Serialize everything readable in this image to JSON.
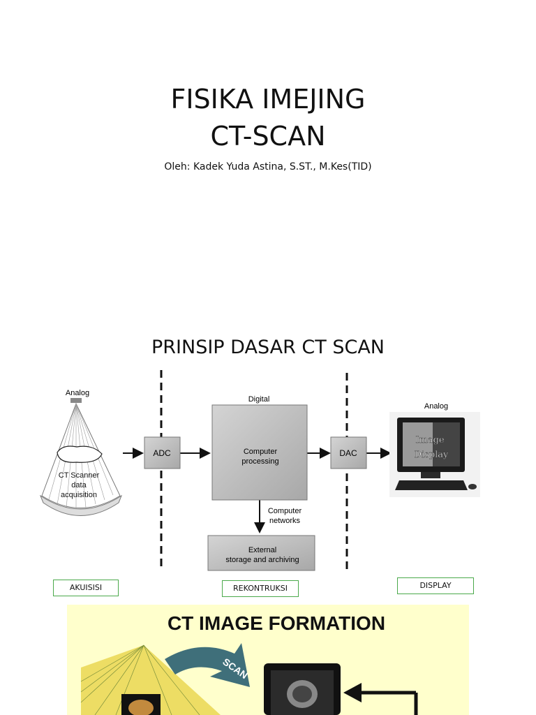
{
  "slide1": {
    "title_line1": "FISIKA IMEJING",
    "title_line2": "CT-SCAN",
    "author": "Oleh: Kadek Yuda Astina, S.ST., M.Kes(TID)"
  },
  "slide2": {
    "title": "PRINSIP DASAR CT SCAN",
    "diagram": {
      "analog_left": "Analog",
      "scanner_line1": "CT Scanner",
      "scanner_line2": "data",
      "scanner_line3": "acquisition",
      "adc": "ADC",
      "digital": "Digital",
      "processing_line1": "Computer",
      "processing_line2": "processing",
      "networks_line1": "Computer",
      "networks_line2": "networks",
      "storage_line1": "External",
      "storage_line2": "storage and archiving",
      "dac": "DAC",
      "analog_right": "Analog",
      "screen_line1": "Image",
      "screen_line2": "Display"
    },
    "labels": {
      "akuisisi": "AKUISISI",
      "rekontruksi": "REKONTRUKSI",
      "display": "DISPLAY"
    },
    "formation": {
      "title": "CT IMAGE FORMATION",
      "scan": "SCAN"
    }
  },
  "colors": {
    "label_border": "#4aa94a",
    "formation_background": "#ffffcc",
    "scan_arrow": "#3f6f7a",
    "box_fill": "#bdbdbd"
  }
}
